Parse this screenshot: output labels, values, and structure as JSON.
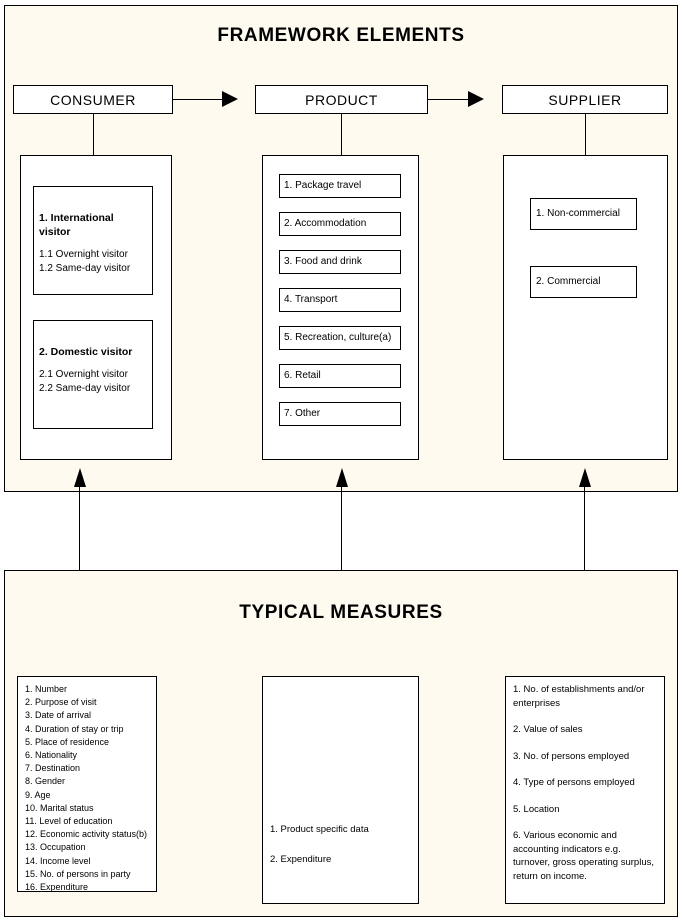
{
  "framework": {
    "title": "FRAMEWORK ELEMENTS",
    "columns": {
      "consumer": {
        "header": "CONSUMER",
        "groups": [
          {
            "title": "1. International visitor",
            "items": [
              "1.1 Overnight visitor",
              "1.2 Same-day visitor"
            ]
          },
          {
            "title": "2. Domestic visitor",
            "items": [
              "2.1 Overnight visitor",
              "2.2 Same-day visitor"
            ]
          }
        ]
      },
      "product": {
        "header": "PRODUCT",
        "items": [
          "1. Package travel",
          "2. Accommodation",
          "3. Food and drink",
          "4. Transport",
          "5. Recreation, culture(a)",
          "6. Retail",
          "7. Other"
        ]
      },
      "supplier": {
        "header": "SUPPLIER",
        "items": [
          "1. Non-commercial",
          "2. Commercial"
        ]
      }
    }
  },
  "measures": {
    "title": "TYPICAL MEASURES",
    "consumer_items": [
      "1. Number",
      "2. Purpose of visit",
      "3. Date of arrival",
      "4. Duration of stay or trip",
      "5. Place of residence",
      "6. Nationality",
      "7. Destination",
      "8. Gender",
      "9. Age",
      "10. Marital status",
      "11. Level of education",
      "12. Economic activity status(b)",
      "13. Occupation",
      "14. Income level",
      "15. No. of persons in party",
      "16. Expenditure"
    ],
    "product_items": [
      "1. Product specific data",
      "2. Expenditure"
    ],
    "supplier_items": [
      "1. No. of establishments and/or enterprises",
      "2. Value of sales",
      "3. No. of persons employed",
      "4. Type of persons employed",
      "5. Location",
      "6. Various economic and accounting indicators e.g. turnover, gross operating surplus, return on income."
    ]
  },
  "colors": {
    "panel_background": "#FFFAF0",
    "page_background": "#FFFFFF",
    "line": "#000000"
  }
}
